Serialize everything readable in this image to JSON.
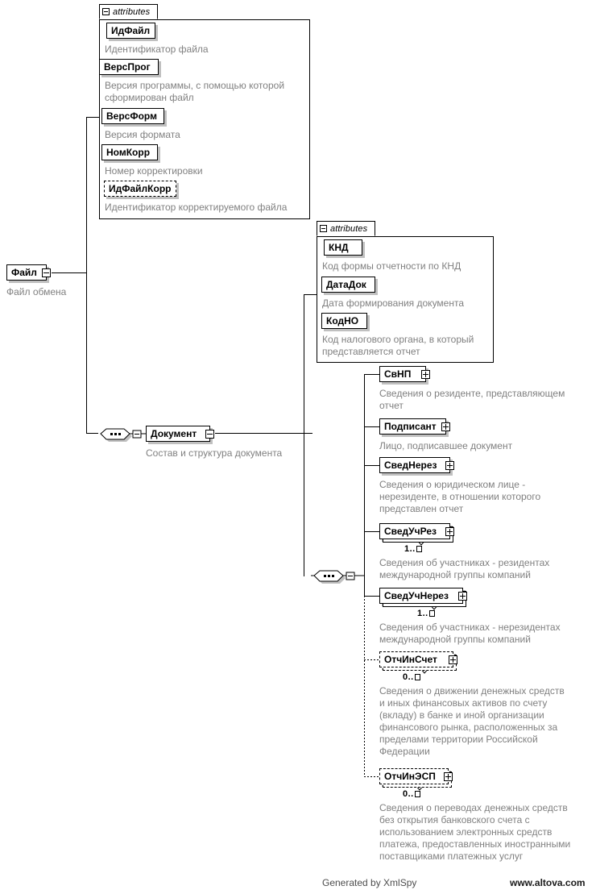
{
  "diagram": {
    "type": "xml-schema-diagram",
    "generator": "XmlSpy",
    "root": {
      "name": "Файл",
      "description": "Файл обмена",
      "toggle": "minus"
    },
    "file_attributes_group": {
      "tab_label": "attributes",
      "tab_toggle": "minus",
      "items": [
        {
          "name": "ИдФайл",
          "description": "Идентификатор файла",
          "optional": false
        },
        {
          "name": "ВерсПрог",
          "description": "Версия программы, с помощью которой\nсформирован файл",
          "optional": false
        },
        {
          "name": "ВерсФорм",
          "description": "Версия формата",
          "optional": false
        },
        {
          "name": "НомКорр",
          "description": "Номер корректировки",
          "optional": false
        },
        {
          "name": "ИдФайлКорр",
          "description": "Идентификатор корректируемого файла",
          "optional": true
        }
      ]
    },
    "document": {
      "name": "Документ",
      "description": "Состав и структура документа",
      "toggle": "minus"
    },
    "document_attributes_group": {
      "tab_label": "attributes",
      "tab_toggle": "minus",
      "items": [
        {
          "name": "КНД",
          "description": "Код формы отчетности по КНД",
          "optional": false
        },
        {
          "name": "ДатаДок",
          "description": "Дата формирования документа",
          "optional": false
        },
        {
          "name": "КодНО",
          "description": "Код налогового органа, в который\nпредставляется отчет",
          "optional": false
        }
      ]
    },
    "document_children": [
      {
        "name": "СвНП",
        "toggle": "plus",
        "optional": false,
        "cardinality": "",
        "description": "Сведения о резиденте, представляющем\nотчет"
      },
      {
        "name": "Подписант",
        "toggle": "plus",
        "optional": false,
        "cardinality": "",
        "description": "Лицо, подписавшее документ"
      },
      {
        "name": "СведНерез",
        "toggle": "plus",
        "optional": false,
        "cardinality": "",
        "description": "Сведения о юридическом лице -\nнерезиденте, в отношении которого\nпредставлен отчет"
      },
      {
        "name": "СведУчРез",
        "toggle": "plus",
        "optional": false,
        "cardinality": "1..",
        "cardinality_unbounded": true,
        "description": "Сведения об участниках - резидентах\nмеждународной группы компаний"
      },
      {
        "name": "СведУчНерез",
        "toggle": "plus",
        "optional": false,
        "cardinality": "1..",
        "cardinality_unbounded": true,
        "description": "Сведения об участниках - нерезидентах\nмеждународной группы компаний"
      },
      {
        "name": "ОтчИнСчет",
        "toggle": "plus",
        "optional": true,
        "cardinality": "0..",
        "cardinality_unbounded": true,
        "description": "Сведения о движении денежных средств\nи иных финансовых активов по счету\n(вкладу) в банке и иной организации\nфинансового рынка, расположенных за\nпределами территории Российской\nФедерации"
      },
      {
        "name": "ОтчИнЭСП",
        "toggle": "plus",
        "optional": true,
        "cardinality": "0..",
        "cardinality_unbounded": true,
        "description": "Сведения о переводах денежных средств\nбез открытия банковского счета с\nиспользованием электронных средств\nплатежа, предоставленных иностранными\nпоставщиками платежных услуг"
      }
    ],
    "connectors": [
      {
        "name": "sequence-file",
        "icon": "sequence-icon",
        "toggle": "minus"
      },
      {
        "name": "sequence-document",
        "icon": "sequence-icon",
        "toggle": "minus"
      }
    ],
    "footer": {
      "generated": "Generated by XmlSpy",
      "url": "www.altova.com"
    },
    "colors": {
      "line": "#000000",
      "description_text": "#808080",
      "shadow": "#c0c0c0",
      "background": "#ffffff"
    }
  }
}
